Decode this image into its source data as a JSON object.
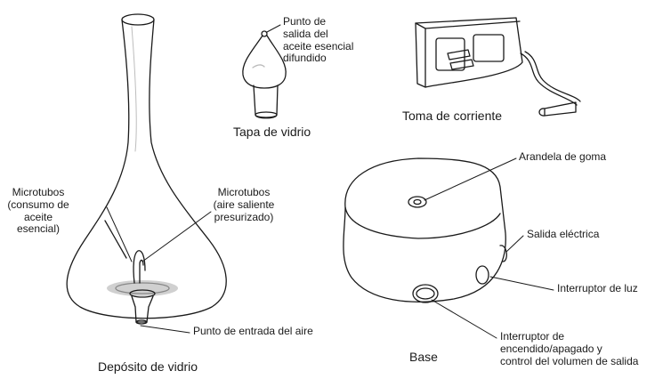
{
  "captions": {
    "glass_cap": "Tapa de vidrio",
    "power_adapter": "Toma de corriente",
    "glass_reservoir": "Depósito de vidrio",
    "base": "Base"
  },
  "callouts": {
    "oil_outlet": [
      "Punto de",
      "salida del",
      "aceite esencial",
      "difundido"
    ],
    "microtubes_oil": [
      "Microtubos",
      "(consumo de",
      "aceite",
      "esencial)"
    ],
    "microtubes_air": [
      "Microtubos",
      "(aire saliente",
      "presurizado)"
    ],
    "air_inlet": "Punto de entrada del aire",
    "rubber_washer": "Arandela de goma",
    "power_outlet": "Salida eléctrica",
    "light_switch": "Interruptor de luz",
    "power_switch": [
      "Interruptor de",
      "encendido/apagado y",
      "control del volumen de salida"
    ]
  },
  "colors": {
    "line": "#1a1a1a",
    "shadow": "#c8c8c8"
  }
}
